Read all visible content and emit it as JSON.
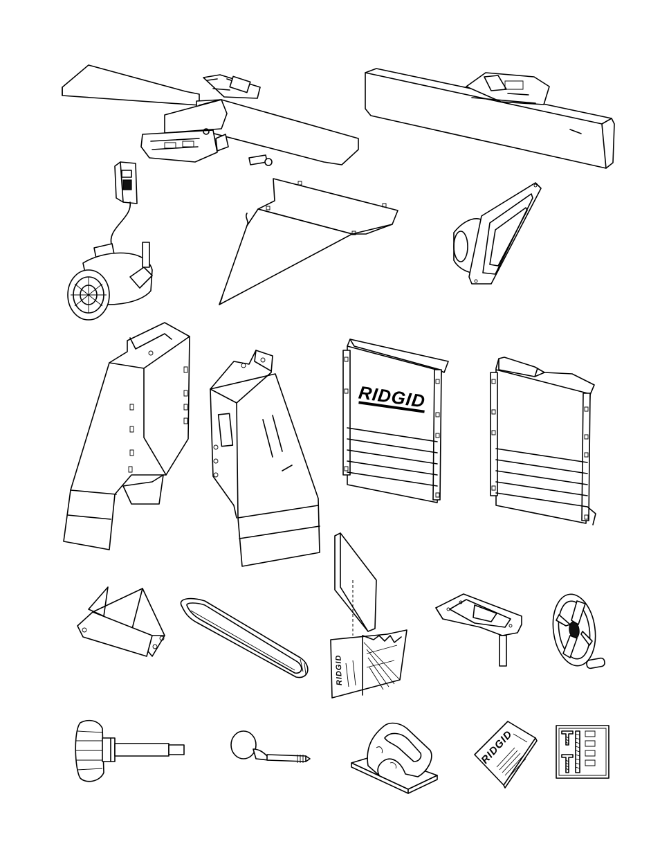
{
  "brand": {
    "logo_text": "RIDGID"
  },
  "parts": [
    {
      "id": "jointer-base-assembly"
    },
    {
      "id": "fence"
    },
    {
      "id": "motor-and-switch"
    },
    {
      "id": "chip-deflector"
    },
    {
      "id": "dust-chute"
    },
    {
      "id": "left-stand-leg"
    },
    {
      "id": "right-stand-leg"
    },
    {
      "id": "front-panel-with-logo"
    },
    {
      "id": "rear-panel"
    },
    {
      "id": "motor-bracket"
    },
    {
      "id": "drive-belt"
    },
    {
      "id": "blade-guard-kit"
    },
    {
      "id": "fence-bracket"
    },
    {
      "id": "handwheel"
    },
    {
      "id": "locking-knob"
    },
    {
      "id": "handle-lever"
    },
    {
      "id": "push-block"
    },
    {
      "id": "operators-manual"
    },
    {
      "id": "hardware-bag"
    }
  ]
}
